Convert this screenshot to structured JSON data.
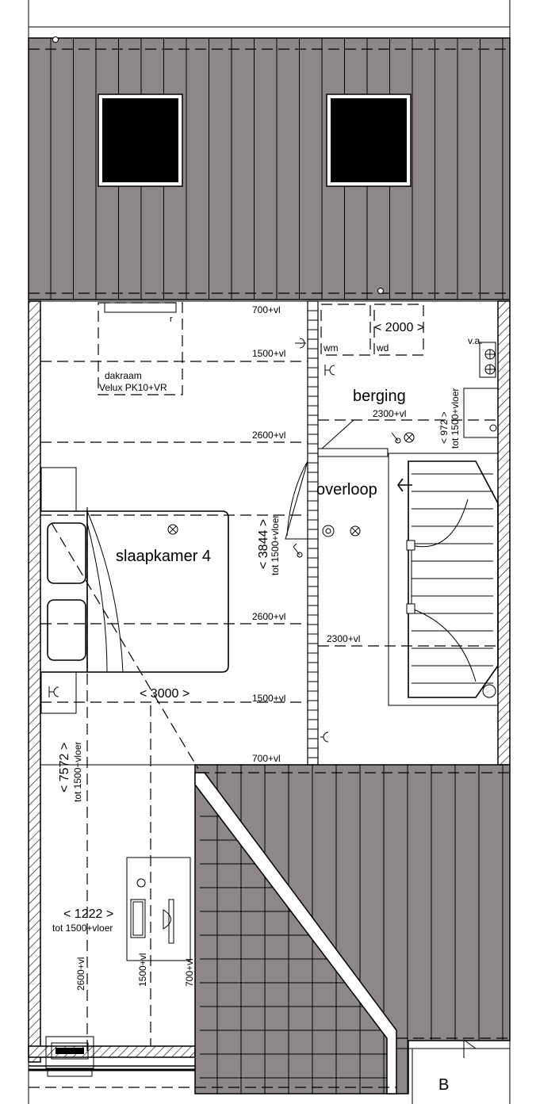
{
  "labels": {
    "slaapkamer": "slaapkamer  4",
    "berging": "berging",
    "overloop": "overloop",
    "dakraam_1": "dakraam",
    "dakraam_2": "Velux  PK10+VR",
    "wm": "wm",
    "wd": "wd",
    "va": "v.a.",
    "r": "r",
    "section_mark": "B"
  },
  "dimensions": {
    "d2000": "<  2000  >",
    "d972": "<  972  >",
    "d972_sub": "tot  1500+vloer",
    "d3844": "<  3844  >",
    "d3844_sub": "tot  1500+vloer",
    "d3000": "<  3000  >",
    "d7572": "<  7572  >",
    "d7572_sub": "tot  1500+vloer",
    "d1222": "<  1222  >",
    "d1222_sub": "tot  1500+vloer"
  },
  "heights": {
    "h700_top": "700+vl",
    "h1500_top": "1500+vl",
    "h2300_berging": "2300+vl",
    "h2600_a": "2600+vl",
    "h2600_b": "2600+vl",
    "h2300_stair": "2300+vl",
    "h1500_bottom": "1500+vl",
    "h700_bottom": "700+vl",
    "h2600_left": "2600+vl",
    "h1500_window": "1500+vl",
    "h700_window": "700+vl"
  },
  "colors": {
    "roof": "#8e878a",
    "line": "#000000",
    "background": "#ffffff",
    "skylight": "#000000"
  },
  "icons": {
    "light_point": "circle-cross-icon",
    "socket": "socket-icon",
    "switch": "switch-icon",
    "stair_arrow": "arrow-icon"
  }
}
